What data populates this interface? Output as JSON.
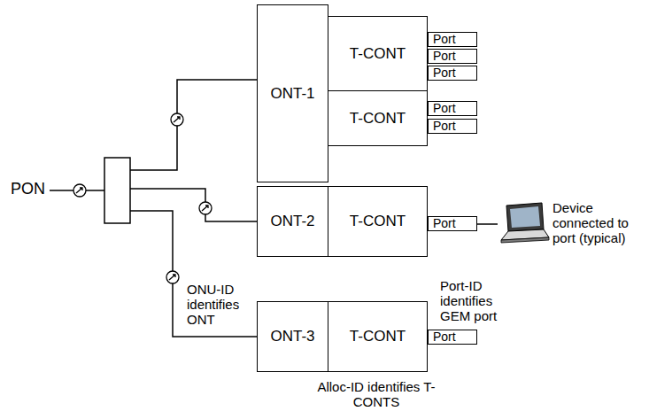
{
  "diagram": {
    "nodes": [
      {
        "text": [
          "ONT-1"
        ]
      },
      {
        "text": [
          "T-CONT"
        ]
      },
      {
        "text": [
          "Port"
        ]
      },
      {
        "text": [
          "Port"
        ]
      },
      {
        "text": [
          "Port"
        ]
      },
      {
        "text": [
          "T-CONT"
        ]
      },
      {
        "text": [
          "Port"
        ]
      },
      {
        "text": [
          "Port"
        ]
      },
      {
        "text": [
          "ONT-2"
        ]
      },
      {
        "text": [
          "T-CONT"
        ]
      },
      {
        "text": [
          "Port"
        ]
      },
      {
        "text": [
          "ONT-3"
        ]
      },
      {
        "text": [
          "T-CONT"
        ]
      },
      {
        "text": [
          "Port"
        ]
      }
    ],
    "labels": [
      "PON",
      "Device connected to port (typical)",
      "ONU-ID identifies ONT",
      "Port-ID identifies GEM port",
      "Alloc-ID identifies T-CONTS"
    ]
  }
}
